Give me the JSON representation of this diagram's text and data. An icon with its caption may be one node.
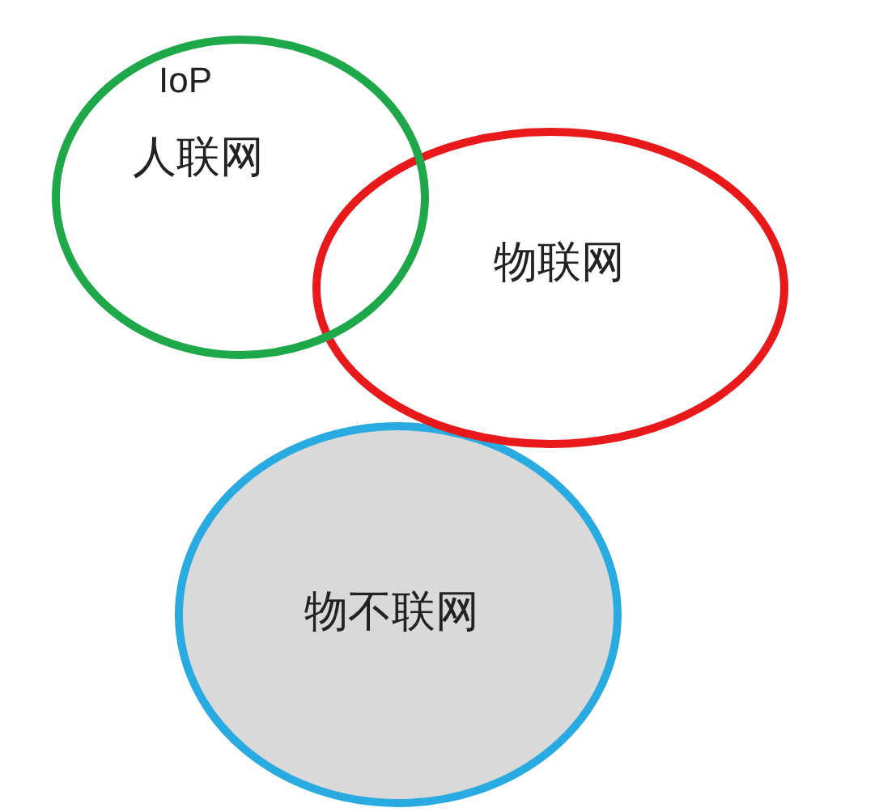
{
  "diagram": {
    "nodes": [
      {
        "text": [
          "IoP",
          "人联网"
        ]
      },
      {
        "text": [
          "物联网"
        ]
      },
      {
        "text": [
          "物不联网"
        ]
      }
    ]
  }
}
